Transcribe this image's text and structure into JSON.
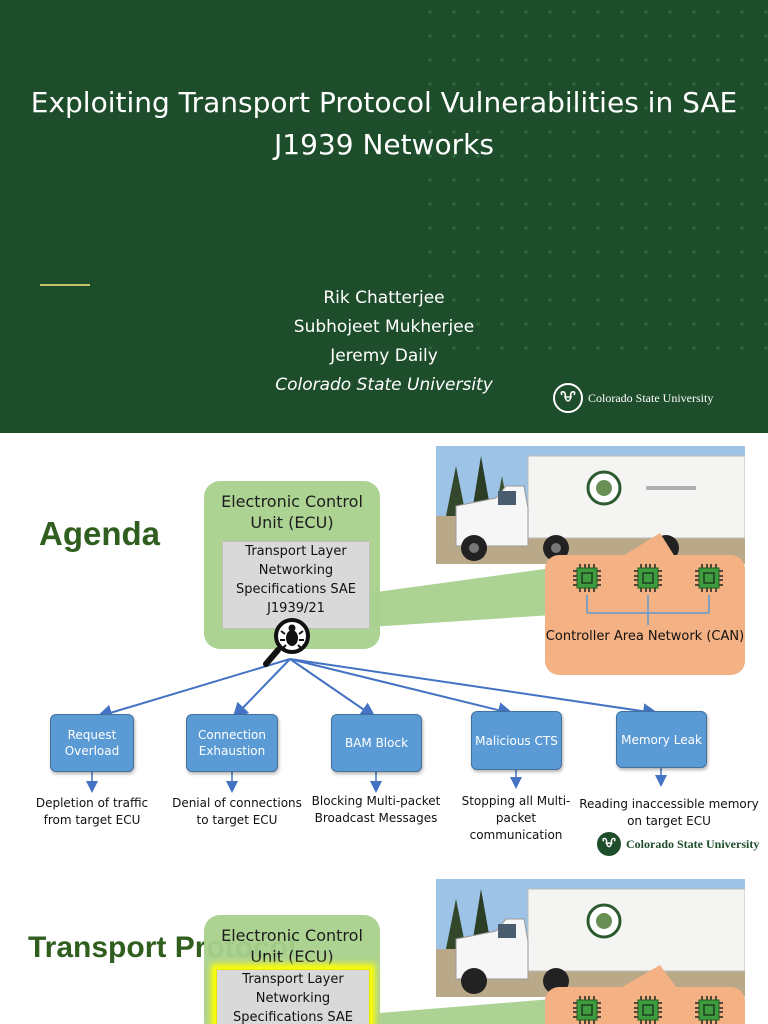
{
  "slide1": {
    "title": "Exploiting Transport Protocol Vulnerabilities in SAE J1939 Networks",
    "authors": [
      "Rik Chatterjee",
      "Subhojeet Mukherjee",
      "Jeremy Daily"
    ],
    "institution": "Colorado State University",
    "logo_text": "Colorado State University"
  },
  "slide2": {
    "heading": "Agenda",
    "ecu_label": "Electronic Control Unit (ECU)",
    "doc_text": "Transport Layer Networking Specifications SAE J1939/21",
    "can_label": "Controller Area Network (CAN)",
    "attacks": [
      {
        "label": "Request Overload",
        "effect": "Depletion of traffic from target ECU"
      },
      {
        "label": "Connection Exhaustion",
        "effect": "Denial of connections to target ECU"
      },
      {
        "label": "BAM Block",
        "effect": "Blocking Multi-packet Broadcast Messages"
      },
      {
        "label": "Malicious CTS",
        "effect": "Stopping all Multi-packet communication"
      },
      {
        "label": "Memory Leak",
        "effect": "Reading inaccessible memory on target ECU"
      }
    ],
    "logo_text": "Colorado State University"
  },
  "slide3": {
    "heading": "Transport Protocol",
    "ecu_label": "Electronic Control Unit (ECU)",
    "doc_text": "Transport Layer Networking Specifications SAE"
  },
  "colors": {
    "csu_green": "#1e4d2b",
    "ecu_green": "#a9d18e",
    "can_orange": "#f4b183",
    "attack_blue": "#5b9bd5",
    "heading_green": "#2f5e1e",
    "highlight_yellow": "#ffff00"
  },
  "icons": [
    "magnifier-bug-icon",
    "ecu-chip-icon",
    "csu-ram-logo-icon",
    "truck-photo"
  ]
}
